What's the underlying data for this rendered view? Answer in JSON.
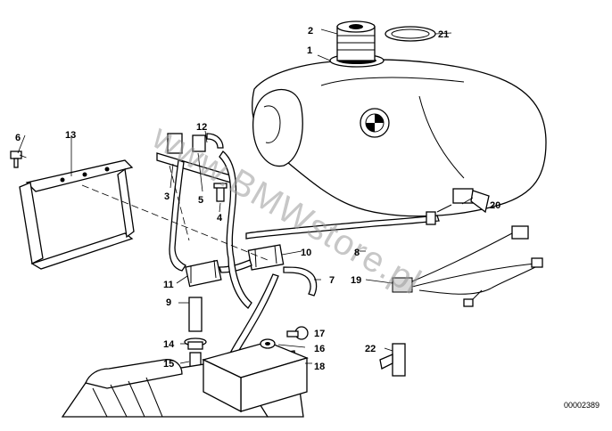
{
  "callouts": {
    "c1": "1",
    "c2": "2",
    "c3": "3",
    "c4": "4",
    "c5": "5",
    "c6": "6",
    "c7": "7",
    "c8": "8",
    "c9": "9",
    "c10": "10",
    "c11": "11",
    "c12": "12",
    "c13": "13",
    "c14": "14",
    "c15": "15",
    "c16": "16",
    "c17": "17",
    "c18": "18",
    "c19": "19",
    "c20": "20",
    "c21": "21",
    "c22": "22"
  },
  "watermark": "www.BMWstore.pl",
  "drawing_number": "00002389"
}
